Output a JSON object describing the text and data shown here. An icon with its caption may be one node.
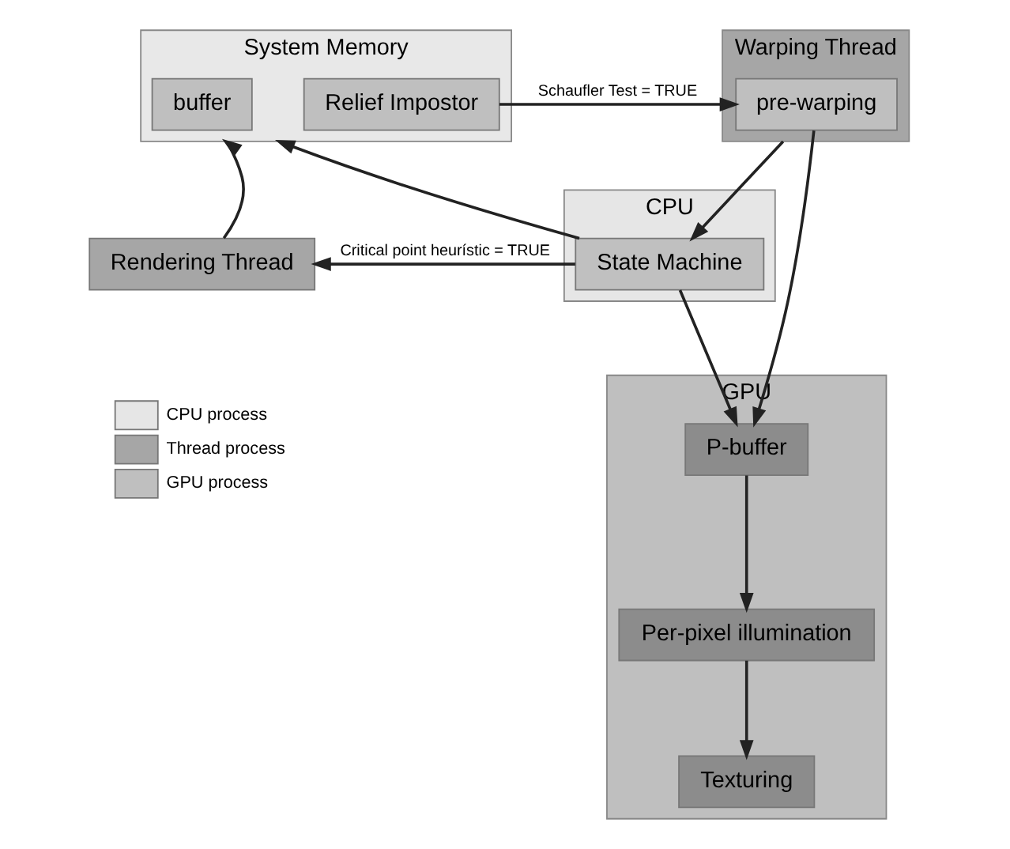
{
  "diagram": {
    "nodes": [
      {
        "text": [
          "System Memory"
        ]
      },
      {
        "text": [
          "Relief Impostor"
        ],
        "in": 0
      },
      {
        "text": [
          "buffer"
        ],
        "in": 0
      },
      {
        "text": [
          "Warping Thread"
        ]
      },
      {
        "text": [
          "pre-warping"
        ],
        "in": 3
      },
      {
        "text": [
          "Rendering Thread"
        ]
      },
      {
        "text": [
          "CPU"
        ]
      },
      {
        "text": [
          "State Machine"
        ],
        "in": 6
      },
      {
        "text": [
          "GPU"
        ]
      },
      {
        "text": [
          "P-buffer"
        ],
        "in": 8
      },
      {
        "text": [
          "Per-pixel illumination"
        ],
        "in": 8
      },
      {
        "text": [
          "Texturing"
        ],
        "in": 8
      }
    ],
    "edges": [
      {
        "from": 1,
        "to": 4,
        "arrow": "to",
        "label": "Schaufler Test = TRUE"
      },
      {
        "from": 4,
        "to": 9,
        "arrow": "to"
      },
      {
        "from": 3,
        "to": 7,
        "arrow": "to"
      },
      {
        "from": 7,
        "to": 0,
        "arrow": "to"
      },
      {
        "from": 7,
        "to": 9,
        "arrow": "to"
      },
      {
        "from": 7,
        "to": 5,
        "arrow": "to",
        "label": "Critical point heurístic = TRUE"
      },
      {
        "from": 5,
        "to": 0,
        "arrow": "to"
      },
      {
        "from": 9,
        "to": 10,
        "arrow": "to"
      },
      {
        "from": 10,
        "to": 11,
        "arrow": "to"
      }
    ],
    "legend": [
      {
        "text": "CPU process",
        "color": "#e6e6e6"
      },
      {
        "text": "Thread process",
        "color": "#a6a6a6"
      },
      {
        "text": "GPU process",
        "color": "#bfbfbf"
      }
    ]
  }
}
